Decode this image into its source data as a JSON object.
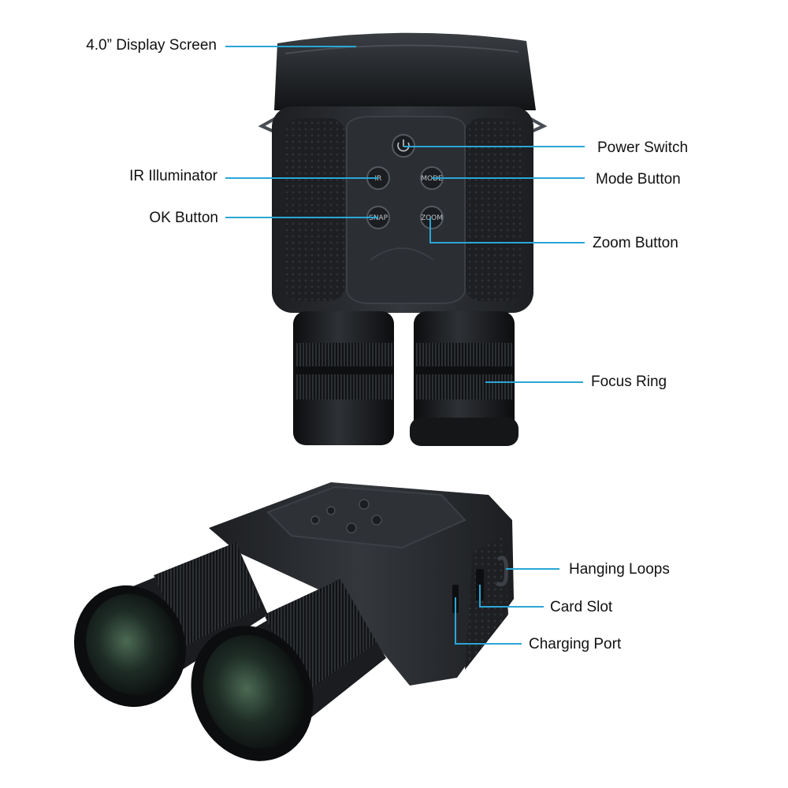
{
  "callouts": {
    "display_screen": "4.0” Display Screen",
    "power_switch": "Power Switch",
    "ir_illuminator": "IR Illuminator",
    "mode_button": "Mode Button",
    "ok_button": "OK Button",
    "zoom_button": "Zoom Button",
    "focus_ring": "Focus Ring",
    "hanging_loops": "Hanging Loops",
    "card_slot": "Card Slot",
    "charging_port": "Charging Port"
  },
  "button_marks": {
    "ir": "IR",
    "mode": "MODE",
    "snap": "SNAP",
    "zoom": "ZOOM"
  },
  "colors": {
    "leader_line": "#2aa6d6",
    "device_body": "#2a2d31",
    "device_dark": "#15171a"
  }
}
